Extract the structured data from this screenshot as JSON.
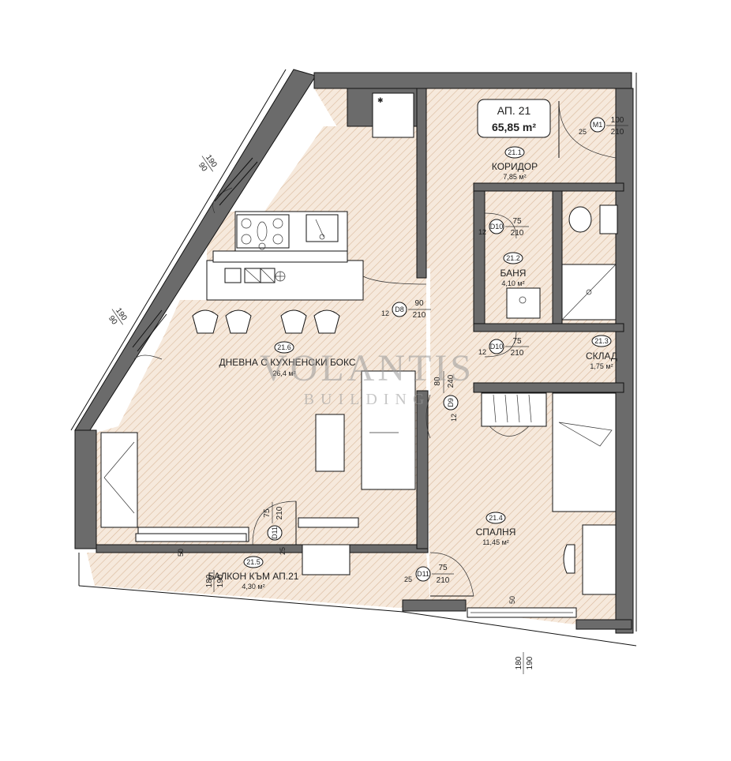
{
  "apartment": {
    "label": "АП. 21",
    "area": "65,85",
    "unit": "m²"
  },
  "rooms": [
    {
      "id": "21.1",
      "name": "КОРИДОР",
      "area": "7,85 м²"
    },
    {
      "id": "21.2",
      "name": "БАНЯ",
      "area": "4,10 м²"
    },
    {
      "id": "21.3",
      "name": "СКЛАД",
      "area": "1,75 м²"
    },
    {
      "id": "21.4",
      "name": "СПАЛНЯ",
      "area": "11,45 м²"
    },
    {
      "id": "21.5",
      "name": "БАЛКОН КЪМ АП.21",
      "area": "4,30 м²"
    },
    {
      "id": "21.6",
      "name": "ДНЕВНА С КУХНЕНСКИ БОКС",
      "area": "26,4 м²"
    }
  ],
  "doors": [
    {
      "code": "M1",
      "width": "100",
      "height": "210",
      "offset": "25"
    },
    {
      "code": "D10",
      "width": "75",
      "height": "210",
      "offset": "12"
    },
    {
      "code": "D8",
      "width": "90",
      "height": "210",
      "offset": "12"
    },
    {
      "code": "D10",
      "width": "75",
      "height": "210",
      "offset": "12"
    },
    {
      "code": "D9",
      "width": "80",
      "height": "240",
      "offset": "12"
    },
    {
      "code": "D11",
      "width": "75",
      "height": "210",
      "offset": "25"
    },
    {
      "code": "D11",
      "width": "75",
      "height": "210",
      "offset": "25"
    }
  ],
  "windows": [
    {
      "width": "90",
      "height": "190"
    },
    {
      "width": "90",
      "height": "190"
    },
    {
      "sill": "50",
      "label": "180",
      "height": "190"
    },
    {
      "sill": "50",
      "label": "180",
      "height": "190"
    }
  ],
  "watermark": {
    "line1": "VOLANTIS",
    "line2": "BUILDING"
  }
}
